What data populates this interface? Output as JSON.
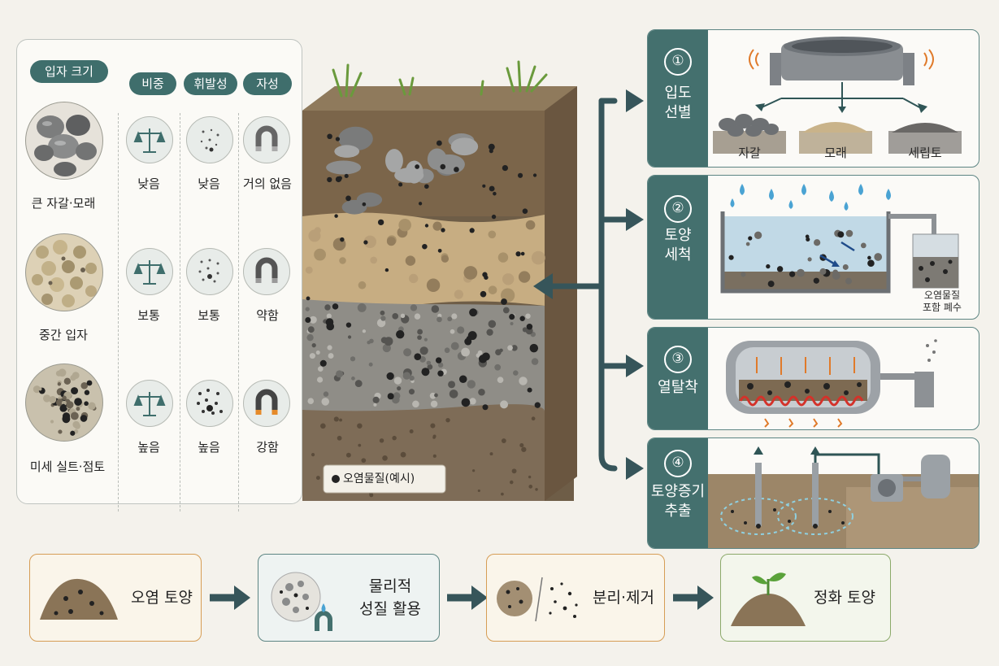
{
  "properties": {
    "headers": {
      "particle_size": "입자 크기",
      "density": "비중",
      "volatility": "휘발성",
      "magnetism": "자성"
    },
    "rows": [
      {
        "particle": "큰 자갈·모래",
        "density": "낮음",
        "volatility": "낮음",
        "magnetism": "거의 없음"
      },
      {
        "particle": "중간 입자",
        "density": "보통",
        "volatility": "보통",
        "magnetism": "약함"
      },
      {
        "particle": "미세 실트·점토",
        "density": "높음",
        "volatility": "높음",
        "magnetism": "강함"
      }
    ]
  },
  "soil": {
    "legend": "오염물질(예시)",
    "contaminant_color": "#222222"
  },
  "processes": [
    {
      "num": "①",
      "title_lines": [
        "입도",
        "선별"
      ],
      "outputs": [
        "자갈",
        "모래",
        "세립토"
      ]
    },
    {
      "num": "②",
      "title_lines": [
        "토양",
        "세척"
      ],
      "caption_lines": [
        "오염물질",
        "포함 폐수"
      ]
    },
    {
      "num": "③",
      "title_lines": [
        "열탈착"
      ]
    },
    {
      "num": "④",
      "title_lines": [
        "토양증기",
        "추출"
      ]
    }
  ],
  "flow": {
    "steps": [
      {
        "lines": [
          "오염 토양"
        ]
      },
      {
        "lines": [
          "물리적",
          "성질 활용"
        ]
      },
      {
        "lines": [
          "분리·제거"
        ]
      },
      {
        "lines": [
          "정화 토양"
        ]
      }
    ]
  },
  "colors": {
    "teal": "#44706e",
    "orange_border": "#d69d55",
    "green_border": "#8ba96a",
    "arrow": "#36555a"
  }
}
